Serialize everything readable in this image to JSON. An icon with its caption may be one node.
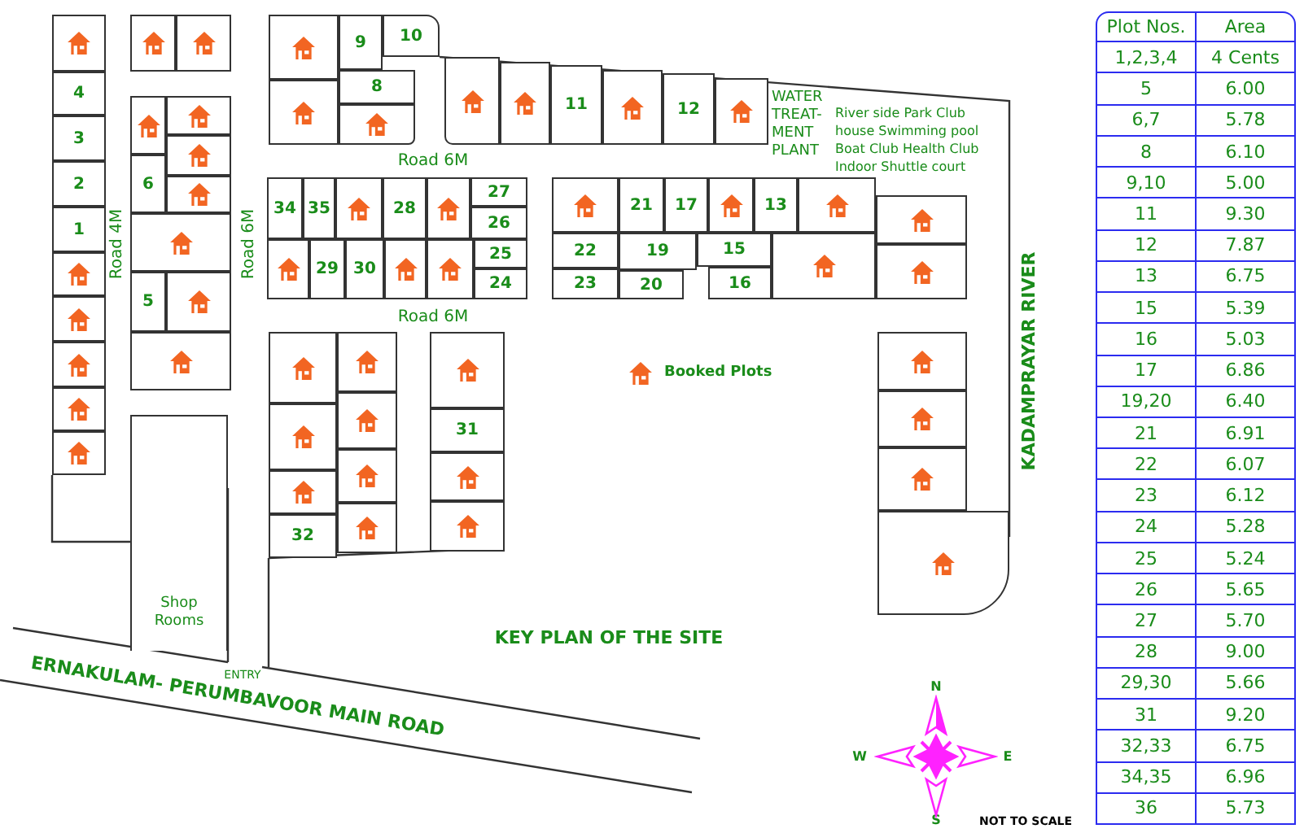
{
  "diagram": {
    "title": "KEY PLAN OF THE SITE",
    "nodes": [
      {
        "text": [],
        "shape": "box"
      },
      {
        "text": [],
        "shape": "box"
      },
      {
        "text": [],
        "shape": "box"
      },
      {
        "text": [],
        "shape": "box"
      },
      {
        "text": [
          "9"
        ]
      },
      {
        "text": [
          "10"
        ]
      },
      {
        "text": [
          "4"
        ]
      },
      {
        "text": [
          "8"
        ]
      },
      {
        "text": [],
        "shape": "box"
      },
      {
        "text": [],
        "shape": "box"
      },
      {
        "text": [],
        "shape": "box"
      },
      {
        "text": [],
        "shape": "box"
      },
      {
        "text": [
          "11"
        ]
      },
      {
        "text": [],
        "shape": "box"
      },
      {
        "text": [
          "12"
        ]
      },
      {
        "text": [],
        "shape": "box"
      },
      {
        "text": [],
        "shape": "box"
      },
      {
        "text": [],
        "shape": "box"
      },
      {
        "text": [
          "3"
        ]
      },
      {
        "text": [],
        "shape": "box"
      },
      {
        "text": [
          "6"
        ]
      },
      {
        "text": [
          "2"
        ]
      },
      {
        "text": [],
        "shape": "box"
      },
      {
        "text": [
          "34"
        ]
      },
      {
        "text": [
          "35"
        ]
      },
      {
        "text": [],
        "shape": "box"
      },
      {
        "text": [
          "28"
        ]
      },
      {
        "text": [],
        "shape": "box"
      },
      {
        "text": [
          "27"
        ]
      },
      {
        "text": [],
        "shape": "box"
      },
      {
        "text": [
          "21"
        ]
      },
      {
        "text": [
          "17"
        ]
      },
      {
        "text": [],
        "shape": "box"
      },
      {
        "text": [
          "13"
        ]
      },
      {
        "text": [],
        "shape": "box"
      },
      {
        "text": [],
        "shape": "box"
      },
      {
        "text": [
          "26"
        ]
      },
      {
        "text": [
          "1"
        ]
      },
      {
        "text": [],
        "shape": "box"
      },
      {
        "text": [
          "22"
        ]
      },
      {
        "text": [
          "19"
        ]
      },
      {
        "text": [
          "15"
        ]
      },
      {
        "text": [],
        "shape": "box"
      },
      {
        "text": [],
        "shape": "box"
      },
      {
        "text": [
          "29"
        ]
      },
      {
        "text": [
          "30"
        ]
      },
      {
        "text": [],
        "shape": "box"
      },
      {
        "text": [],
        "shape": "box"
      },
      {
        "text": [
          "25"
        ]
      },
      {
        "text": [],
        "shape": "box"
      },
      {
        "text": [],
        "shape": "box"
      },
      {
        "text": [
          "23"
        ]
      },
      {
        "text": [
          "20"
        ]
      },
      {
        "text": [
          "16"
        ]
      },
      {
        "text": [
          "24"
        ]
      },
      {
        "text": [
          "5"
        ]
      },
      {
        "text": [],
        "shape": "box"
      },
      {
        "text": [],
        "shape": "box"
      },
      {
        "text": [],
        "shape": "box"
      },
      {
        "text": [],
        "shape": "box"
      },
      {
        "text": [],
        "shape": "box"
      },
      {
        "text": [],
        "shape": "box"
      },
      {
        "text": [],
        "shape": "box"
      },
      {
        "text": [],
        "shape": "box"
      },
      {
        "text": [],
        "shape": "box"
      },
      {
        "text": [],
        "shape": "box"
      },
      {
        "text": [],
        "shape": "box"
      },
      {
        "text": [],
        "shape": "box"
      },
      {
        "text": [
          "31"
        ]
      },
      {
        "text": [
          "Shop Rooms"
        ]
      },
      {
        "text": [],
        "shape": "box"
      },
      {
        "text": [],
        "shape": "box"
      },
      {
        "text": [],
        "shape": "box"
      },
      {
        "text": [],
        "shape": "box"
      },
      {
        "text": [],
        "shape": "box"
      },
      {
        "text": [],
        "shape": "box"
      },
      {
        "text": [],
        "shape": "box"
      },
      {
        "text": [],
        "shape": "box"
      },
      {
        "text": [
          "32"
        ]
      }
    ],
    "labels": [
      "WATER TREAT- MENT PLANT",
      "River side Park Club house Swimming pool Boat Club Health Club Indoor Shuttle court",
      "Road 6M",
      "Road 4M",
      "Road 6M",
      "Road 6M",
      "KADAMPRAYAR RIVER",
      "ENTRY",
      "ERNAKULAM- PERUMBAVOOR MAIN ROAD",
      "N",
      "W",
      "E",
      "S",
      "NOT TO SCALE",
      "Plot Nos.",
      "Area",
      "1,2,3,4",
      "4 Cents",
      "5",
      "6.00",
      "6,7",
      "5.78",
      "8",
      "6.10",
      "9,10",
      "5.00",
      "11",
      "9.30",
      "12",
      "7.87",
      "13",
      "6.75",
      "15",
      "5.39",
      "16",
      "5.03",
      "17",
      "6.86",
      "19,20",
      "6.40",
      "21",
      "6.91",
      "22",
      "6.07",
      "23",
      "6.12",
      "24",
      "5.28",
      "25",
      "5.24",
      "26",
      "5.65",
      "27",
      "5.70",
      "28",
      "9.00",
      "29,30",
      "5.66",
      "31",
      "9.20",
      "32,33",
      "6.75",
      "34,35",
      "6.96",
      "36",
      "5.73"
    ],
    "legend": [
      {
        "text": "Booked Plots"
      }
    ]
  }
}
